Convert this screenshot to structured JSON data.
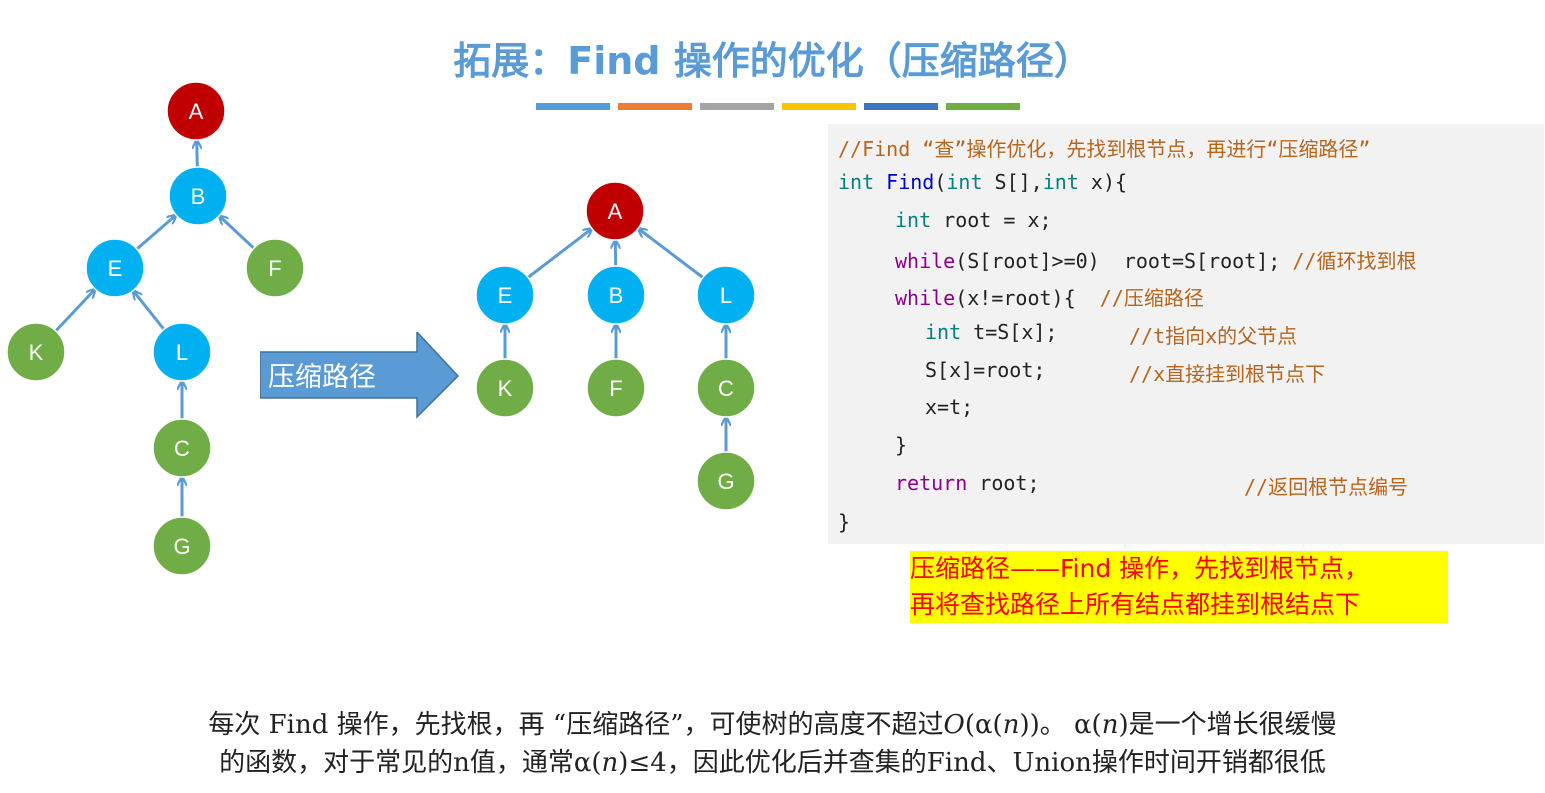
{
  "title": "拓展：Find 操作的优化（压缩路径）",
  "color_bars": [
    "#5b9bd5",
    "#ed7d31",
    "#a5a5a5",
    "#ffc000",
    "#4472c4",
    "#70ad47"
  ],
  "colors": {
    "root": "#c00000",
    "internal": "#00b0f0",
    "leaf": "#70ad47",
    "edge": "#5b9bd5"
  },
  "tree_before": {
    "nodes": [
      {
        "id": "A",
        "type": "root"
      },
      {
        "id": "B",
        "type": "internal"
      },
      {
        "id": "E",
        "type": "internal"
      },
      {
        "id": "F",
        "type": "leaf"
      },
      {
        "id": "K",
        "type": "leaf"
      },
      {
        "id": "L",
        "type": "internal"
      },
      {
        "id": "C",
        "type": "leaf"
      },
      {
        "id": "G",
        "type": "leaf"
      }
    ],
    "edges": [
      [
        "B",
        "A"
      ],
      [
        "E",
        "B"
      ],
      [
        "F",
        "B"
      ],
      [
        "K",
        "E"
      ],
      [
        "L",
        "E"
      ],
      [
        "C",
        "L"
      ],
      [
        "G",
        "C"
      ]
    ]
  },
  "arrow_label": "压缩路径",
  "tree_after": {
    "nodes": [
      {
        "id": "A",
        "type": "root"
      },
      {
        "id": "E",
        "type": "internal"
      },
      {
        "id": "B",
        "type": "internal"
      },
      {
        "id": "L",
        "type": "internal"
      },
      {
        "id": "K",
        "type": "leaf"
      },
      {
        "id": "F",
        "type": "leaf"
      },
      {
        "id": "C",
        "type": "leaf"
      },
      {
        "id": "G",
        "type": "leaf"
      }
    ],
    "edges": [
      [
        "E",
        "A"
      ],
      [
        "B",
        "A"
      ],
      [
        "L",
        "A"
      ],
      [
        "K",
        "E"
      ],
      [
        "F",
        "B"
      ],
      [
        "C",
        "L"
      ],
      [
        "G",
        "C"
      ]
    ]
  },
  "code": {
    "comment_header": "//Find “查”操作优化，先找到根节点，再进行“压缩路径”",
    "l1_int": "int",
    "l1_fn": "Find",
    "l1_p1": "(",
    "l1_int2": "int",
    "l1_p2": " S[],",
    "l1_int3": "int",
    "l1_p3": " x){",
    "l2_int": "int",
    "l2_rest": " root = x;",
    "l3_while": "while",
    "l3_rest": "(S[root]>=0)  root=S[root];",
    "l3_cm": "//循环找到根",
    "l4_while": "while",
    "l4_rest": "(x!=root){",
    "l4_cm": "//压缩路径",
    "l5_int": "int",
    "l5_rest": " t=S[x];",
    "l5_cm": "//t指向x的父节点",
    "l6_rest": "S[x]=root;",
    "l6_cm": "//x直接挂到根节点下",
    "l7_rest": "x=t;",
    "l8_rest": "}",
    "l9_ret": "return",
    "l9_rest": " root;",
    "l9_cm": "//返回根节点编号",
    "l10_rest": "}"
  },
  "highlight": {
    "line1": "压缩路径——Find 操作，先找到根节点，",
    "line2": "再将查找路径上所有结点都挂到根结点下"
  },
  "footer": {
    "l1_a": "每次 Find 操作，先找根，再 “压缩路径”，可使树的高度不超过",
    "l1_b": "O",
    "l1_c": "(α(",
    "l1_d": "n",
    "l1_e": "))。 α(",
    "l1_f": "n",
    "l1_g": ")是一个增长很缓慢",
    "l2_a": "的函数，对于常见的n值，通常α(",
    "l2_b": "n",
    "l2_c": ")≤4，因此优化后并查集的Find、Union操作时间开销都很低"
  }
}
